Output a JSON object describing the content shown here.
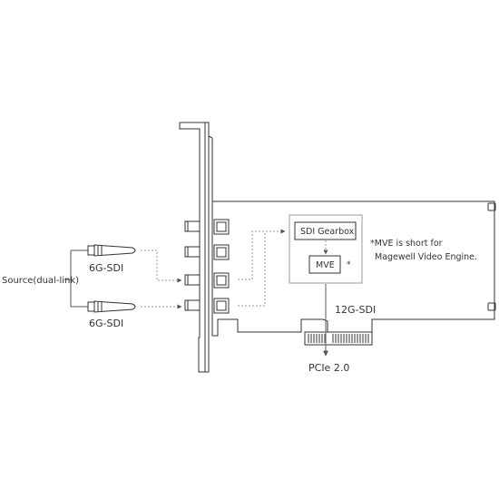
{
  "labels": {
    "source": "Source(dual-link)",
    "input_top": "6G-SDI",
    "input_bottom": "6G-SDI",
    "gearbox": "SDI Gearbox",
    "mve": "MVE",
    "mve_asterisk": "*",
    "note_line1": "*MVE is short for",
    "note_line2": "Magewell Video Engine.",
    "output": "12G-SDI",
    "bus": "PCIe 2.0"
  },
  "colors": {
    "stroke": "#333333",
    "dashed": "#9a9a9a",
    "box_fill": "#ffffff"
  }
}
